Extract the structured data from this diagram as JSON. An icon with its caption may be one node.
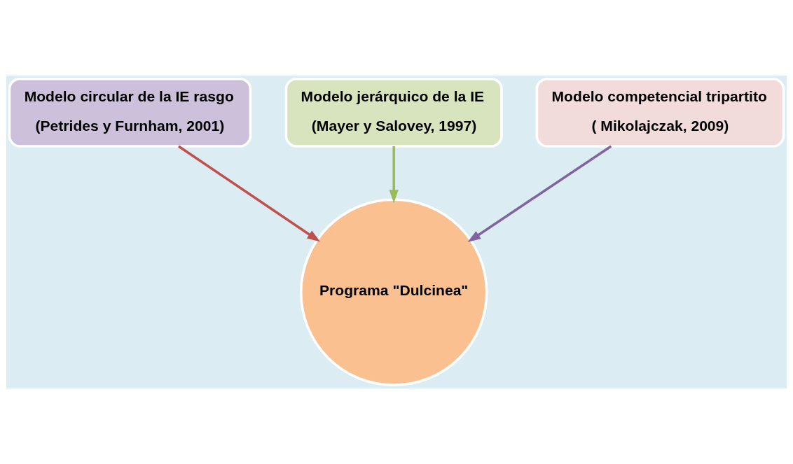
{
  "diagram": {
    "nodes": [
      {
        "text": [
          "Modelo circular de la IE rasgo",
          "(Petrides y Furnham, 2001)"
        ]
      },
      {
        "text": [
          "Modelo jerárquico de la IE",
          "(Mayer y Salovey, 1997)"
        ]
      },
      {
        "text": [
          "Modelo competencial tripartito",
          "( Mikolajczak, 2009)"
        ]
      },
      {
        "text": [
          "Programa \"Dulcinea\""
        ]
      }
    ],
    "edges": [
      {
        "from": 0,
        "to": 3,
        "arrow": "to",
        "color": "#c0504d"
      },
      {
        "from": 1,
        "to": 3,
        "arrow": "to",
        "color": "#9bbb59"
      },
      {
        "from": 2,
        "to": 3,
        "arrow": "to",
        "color": "#8064a2"
      }
    ]
  }
}
